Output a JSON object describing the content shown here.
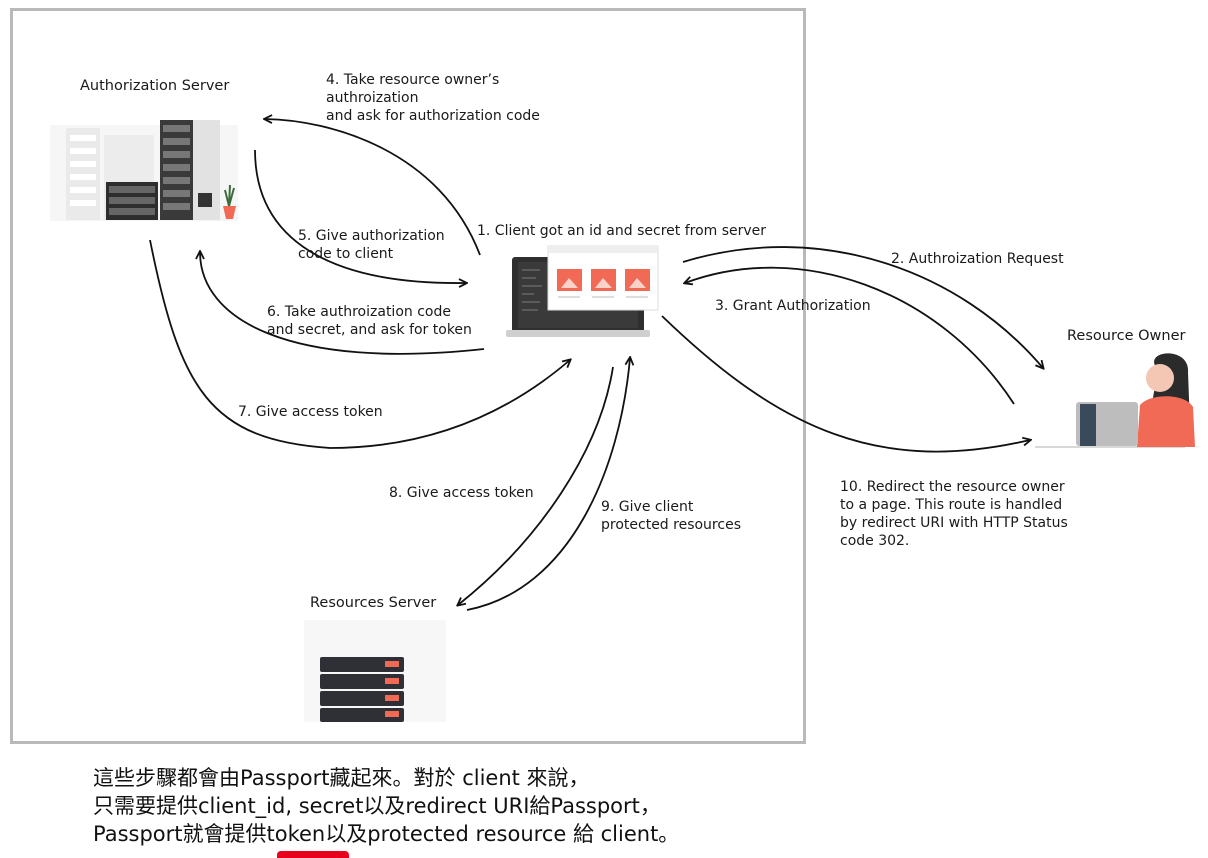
{
  "nodes": {
    "auth_server": "Authorization Server",
    "resource_owner": "Resource Owner",
    "resources_server": "Resources Server"
  },
  "steps": {
    "s1": "1. Client got an id and secret from server",
    "s2": "2. Authroization Request",
    "s3": "3. Grant Authorization",
    "s4": "4. Take resource owner’s\nauthroization\nand ask for authorization code",
    "s5": "5. Give authorization\ncode to client",
    "s6": "6. Take authroization code\nand secret, and ask for token",
    "s7": "7. Give access token",
    "s8": "8. Give access token",
    "s9": "9. Give client\nprotected resources",
    "s10": "10. Redirect the resource owner\nto a page. This route is handled\nby redirect URI with HTTP Status\ncode 302."
  },
  "caption": {
    "line1": "這些步驟都會由Passport藏起來。對於 client 來說，",
    "line2": "只需要提供client_id, secret以及redirect URI給Passport，",
    "line3": "Passport就會提供token以及protected resource 給 client。"
  },
  "colors": {
    "arrow": "#111111",
    "frame": "#b9b9b9",
    "accent_red": "#e8001c",
    "person_shirt": "#f06a55"
  },
  "icons": [
    "server-rack-illustration",
    "laptop-illustration",
    "person-with-laptop-illustration",
    "database-server-illustration"
  ]
}
